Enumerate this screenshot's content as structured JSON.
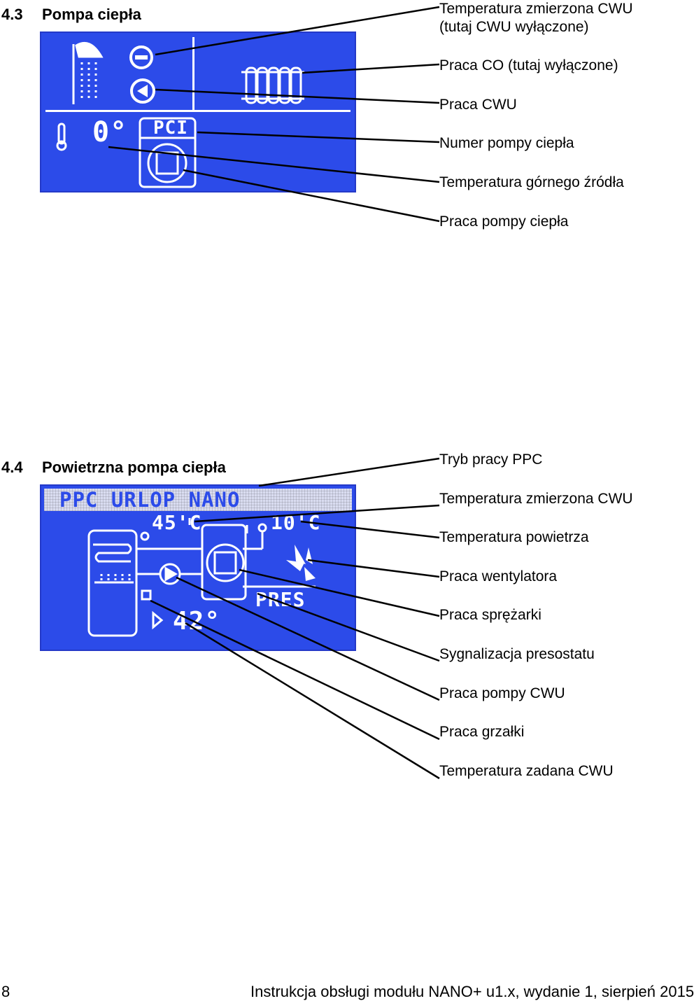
{
  "section_43": {
    "number": "4.3",
    "title": "Pompa ciepła",
    "display": {
      "pump_label": "PCI",
      "temperature": "0°"
    },
    "callouts": [
      "Temperatura  zmierzona  CWU",
      "(tutaj CWU wyłączone)",
      "Praca CO (tutaj wyłączone)",
      "Praca CWU",
      "Numer pompy ciepła",
      "Temperatura górnego źródła",
      "Praca pompy ciepła"
    ]
  },
  "section_44": {
    "number": "4.4",
    "title": "Powietrzna pompa ciepła",
    "display": {
      "mode_line": "PPC URLOP NANO",
      "dhw_temp": "45'C",
      "air_temp": "10'C",
      "pressostat": "PRES",
      "set_temp": "42°"
    },
    "callouts": [
      "Tryb pracy PPC",
      "Temperatura zmierzona CWU",
      "Temperatura powietrza",
      "Praca wentylatora",
      "Praca sprężarki",
      "Sygnalizacja presostatu",
      "Praca pompy CWU",
      "Praca grzałki",
      "Temperatura zadana CWU"
    ]
  },
  "footer": {
    "page_number": "8",
    "text": "Instrukcja obsługi modułu NANO+ u1.x, wydanie 1, sierpień 2015"
  },
  "icons": {
    "shower": "shower-icon",
    "minus": "minus-circle-icon",
    "pump": "pump-icon",
    "radiator": "radiator-icon",
    "thermometer": "thermometer-icon",
    "fan": "fan-icon",
    "heater": "heater-icon",
    "tank": "tank-icon"
  },
  "colors": {
    "lcd_background": "#2c4be9",
    "lcd_foreground": "#ffffff"
  }
}
